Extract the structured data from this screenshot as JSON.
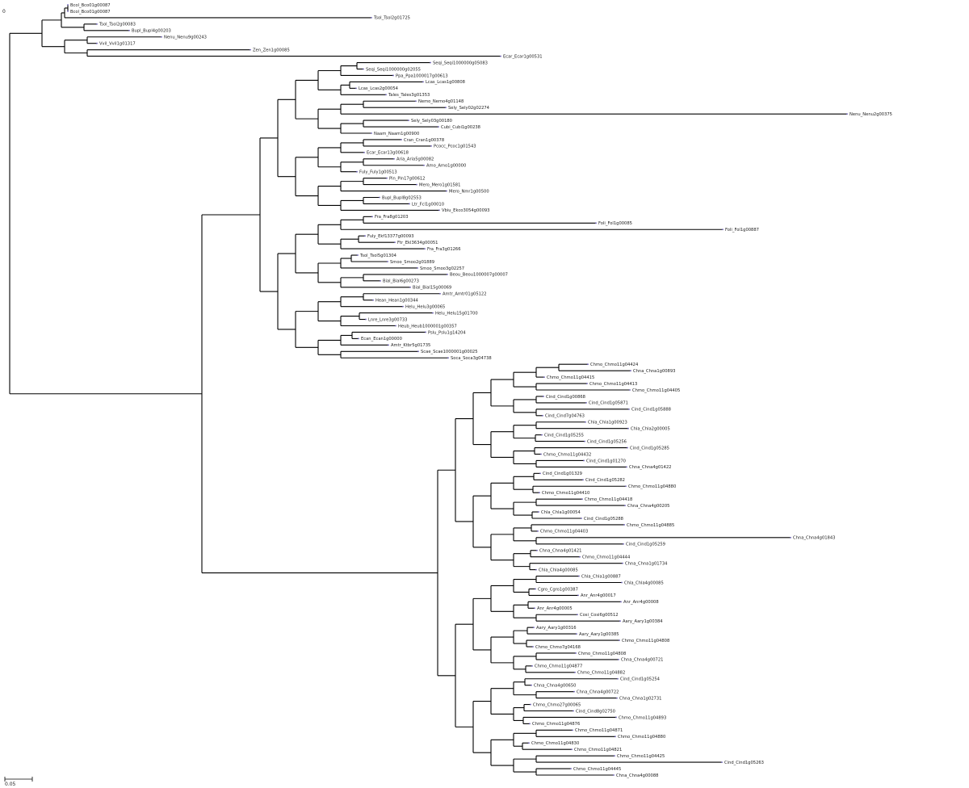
{
  "tree": {
    "root_label": "0",
    "scale_bar_label": "0.05",
    "accent_color": "#6b5fb5",
    "line_color": "#000000",
    "leaves": [
      "Bcol_Bco01g00087",
      "Bcol_Bco01g00087",
      "Tsol_Tsol2g01725",
      "Tsol_Tsol2g00083",
      "Bupl_Bupl4g00203",
      "Nenu_Nenu9g00243",
      "Vvil_Vvil1g01317",
      "Zen_Zen1g00085",
      "Ecar_Ecar1g00531",
      "Seqi_Seqi1000000g05083",
      "Seqi_Seqi1000000g02055",
      "Ppa_Ppa1000017g00613",
      "Lcas_Lcas1g00808",
      "Lcas_Lcas2g00054",
      "Tales_Tales3g01353",
      "Nemo_Nemo4g01148",
      "Sely_Sely02g02274",
      "Nenu_Nenu2g00375",
      "Sely_Sely03g00180",
      "Cubi_Cubi1g00238",
      "Naam_Naam1g00900",
      "Cran_Cran1g00378",
      "Pcocc_Pcoc1g01543",
      "Ecar_Ecar13g00618",
      "Aria_Aria5g00082",
      "Amo_Amo1g00000",
      "Fuly_Fuly1g00513",
      "Pin_Pin17g00612",
      "Mero_Mero1g01581",
      "Mero_Nmr1g00500",
      "Bupl_Bupl8g02553",
      "Ltr_Fcl1g00010",
      "Vbiu_Ekco3054g00093",
      "Fra_Fra8g01203",
      "Foli_Fol1g00085",
      "Foli_Fol1g00887",
      "Fuly_Ekf13377g00093",
      "Ftr_Ekl3634g00051",
      "Fra_Fra3g01266",
      "Tsol_Tsol5g01304",
      "Smoo_Smoo2g01889",
      "Smoo_Smoo3g02257",
      "Beou_Beou1000007g00007",
      "Bial_Bial6g00273",
      "Bial_Bial15g00069",
      "Amtr_Amtr01g05122",
      "Hean_Hean1g00344",
      "Helu_Helu3g00065",
      "Helu_Helu15g01700",
      "Lnre_Lnre3g00733",
      "Heub_Heub1000001g00357",
      "Pslu_Pslu1g14204",
      "Ecan_Ecan1g00000",
      "Amtr_Ktbr5g01735",
      "Scae_Scae1000001g00025",
      "Soca_Soca3g04738",
      "Chmo_Chmo11g04424",
      "Chna_Chna1g00893",
      "Chmo_Chmo11g04415",
      "Chmo_Chmo11g04413",
      "Chmo_Chmo11g04405",
      "Cind_Cind1g00868",
      "Cind_Cind1g05871",
      "Cind_Cind1g05888",
      "Cind_Cind7g04763",
      "Chla_Chla1g00923",
      "Chla_Chla2g00005",
      "Cind_Cind1g05255",
      "Cind_Cind1g05256",
      "Cind_Cind1g05285",
      "Chmo_Chmo11g04432",
      "Cind_Cind1g01270",
      "Chna_Chna4g01422",
      "Cind_Cind1g01329",
      "Cind_Cind1g05282",
      "Chmo_Chmo11g04880",
      "Chmo_Chmo11g04410",
      "Chmo_Chmo11g04418",
      "Chna_Chna4g00205",
      "Chla_Chla1g00054",
      "Cind_Cind1g05288",
      "Chmo_Chmo11g04885",
      "Chmo_Chmo11g04403",
      "Chna_Chna4g01843",
      "Cind_Cind1g05259",
      "Chna_Chna4g01421",
      "Chmo_Chmo11g04444",
      "Chna_Chna1g01734",
      "Chla_Chla4g00085",
      "Chla_Chla1g00887",
      "Chla_Chla4g00085",
      "Cgro_Cgro1g00387",
      "Anr_Anr4g00017",
      "Anr_Anr4g00008",
      "Anr_Anr4g00005",
      "Cosi_Cosi6g00512",
      "Aary_Aary1g00384",
      "Aary_Aary1g00316",
      "Aary_Aary1g00385",
      "Chmo_Chmo11g04808",
      "Chmo_Chmo7g04168",
      "Chmo_Chmo11g04808",
      "Chna_Chna4g00721",
      "Chmo_Chmo11g04877",
      "Chmo_Chmo11g04882",
      "Cind_Cind1g05254",
      "Chna_Chna4g00650",
      "Chna_Chna4g00722",
      "Chna_Chna1g02731",
      "Chmo_Chmo27g00065",
      "Cind_Cind8g02750",
      "Chmo_Chmo11g04893",
      "Chmo_Chmo11g04876",
      "Chmo_Chmo11g04871",
      "Chmo_Chmo11g04880",
      "Chmo_Chmo11g04830",
      "Chmo_Chmo11g04821",
      "Chmo_Chmo11g04425",
      "Cind_Cind1g05263",
      "Chmo_Chmo11g04445",
      "Chna_Chna4g00088"
    ]
  }
}
